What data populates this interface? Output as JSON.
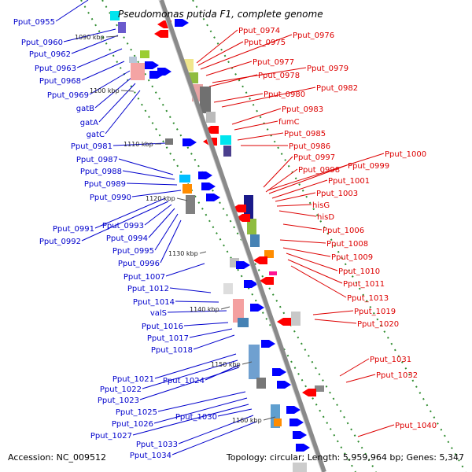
{
  "title": "Pseudomonas putida F1, complete genome",
  "accession": "Accession: NC_009512",
  "topology": "Topology: circular; Length: 5,959,964 bp; Genes: 5,347",
  "colors": {
    "left_label": "#0000cc",
    "right_label": "#dd0000",
    "backbone": "#8a8a8a",
    "dot": "#2e8b2e"
  },
  "ticks": [
    "1090 kbp",
    "1100 kbp",
    "1110 kbp",
    "1120 kbp",
    "1130 kbp",
    "1140 kbp",
    "1150 kbp",
    "1160 kbp"
  ],
  "left_genes": [
    "Pput_0955",
    "Pput_0960",
    "Pput_0962",
    "Pput_0963",
    "Pput_0968",
    "Pput_0969",
    "gatB",
    "gatA",
    "gatC",
    "Pput_0981",
    "Pput_0987",
    "Pput_0988",
    "Pput_0989",
    "Pput_0990",
    "Pput_0991",
    "Pput_0993",
    "Pput_0992",
    "Pput_0994",
    "Pput_0995",
    "Pput_0996",
    "Pput_1007",
    "Pput_1012",
    "Pput_1014",
    "valS",
    "Pput_1016",
    "Pput_1017",
    "Pput_1018",
    "Pput_1021",
    "Pput_1024",
    "Pput_1022",
    "Pput_1023",
    "Pput_1025",
    "Pput_1026",
    "Pput_1030",
    "Pput_1027",
    "Pput_1033",
    "Pput_1034"
  ],
  "right_genes": [
    "Pput_0974",
    "Pput_0976",
    "Pput_0975",
    "Pput_0977",
    "Pput_0979",
    "Pput_0978",
    "Pput_0982",
    "Pput_0980",
    "Pput_0983",
    "fumC",
    "Pput_0985",
    "Pput_0986",
    "Pput_1000",
    "Pput_0997",
    "Pput_0999",
    "Pput_0998",
    "Pput_1001",
    "Pput_1003",
    "hisG",
    "hisD",
    "Pput_1006",
    "Pput_1008",
    "Pput_1009",
    "Pput_1010",
    "Pput_1011",
    "Pput_1013",
    "Pput_1019",
    "Pput_1020",
    "Pput_1031",
    "Pput_1032",
    "Pput_1040"
  ]
}
